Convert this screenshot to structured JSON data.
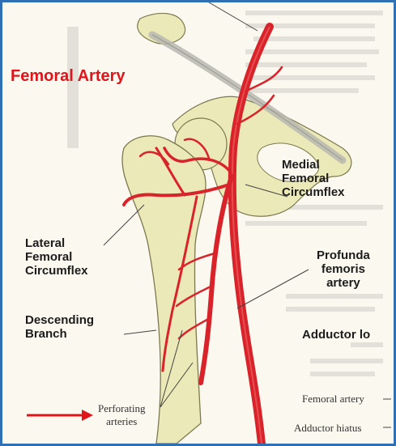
{
  "title": "Femoral Artery",
  "labels": {
    "medial": "Medial\nFemoral\nCircumflex",
    "lateral": "Lateral\nFemoral\nCircumflex",
    "descending": "Descending\nBranch",
    "profunda": "Profunda\nfemoris\nartery",
    "adductor": "Adductor lo",
    "perforating": "Perforating\narteries",
    "femoral_small": "Femoral artery",
    "hiatus": "Adductor hiatus"
  },
  "colors": {
    "artery": "#d9232a",
    "title": "#e0151b",
    "bone": "#ece9b8",
    "border": "#2f6fb3"
  }
}
